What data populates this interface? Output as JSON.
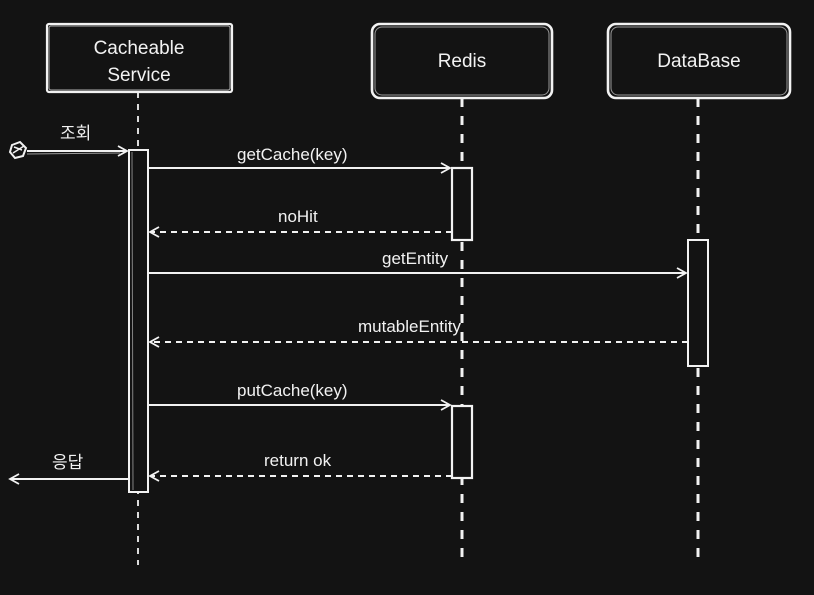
{
  "participants": {
    "service": {
      "line1": "Cacheable",
      "line2": "Service"
    },
    "redis": {
      "name": "Redis"
    },
    "database": {
      "name": "DataBase"
    }
  },
  "messages": {
    "inquiry": "조회",
    "get_cache": "getCache(key)",
    "no_hit": "noHit",
    "get_entity": "getEntity",
    "mutable_entity": "mutableEntity",
    "put_cache": "putCache(key)",
    "return_ok": "return ok",
    "response": "응답"
  },
  "colors": {
    "background": "#131313",
    "stroke": "#f2f2f2"
  }
}
